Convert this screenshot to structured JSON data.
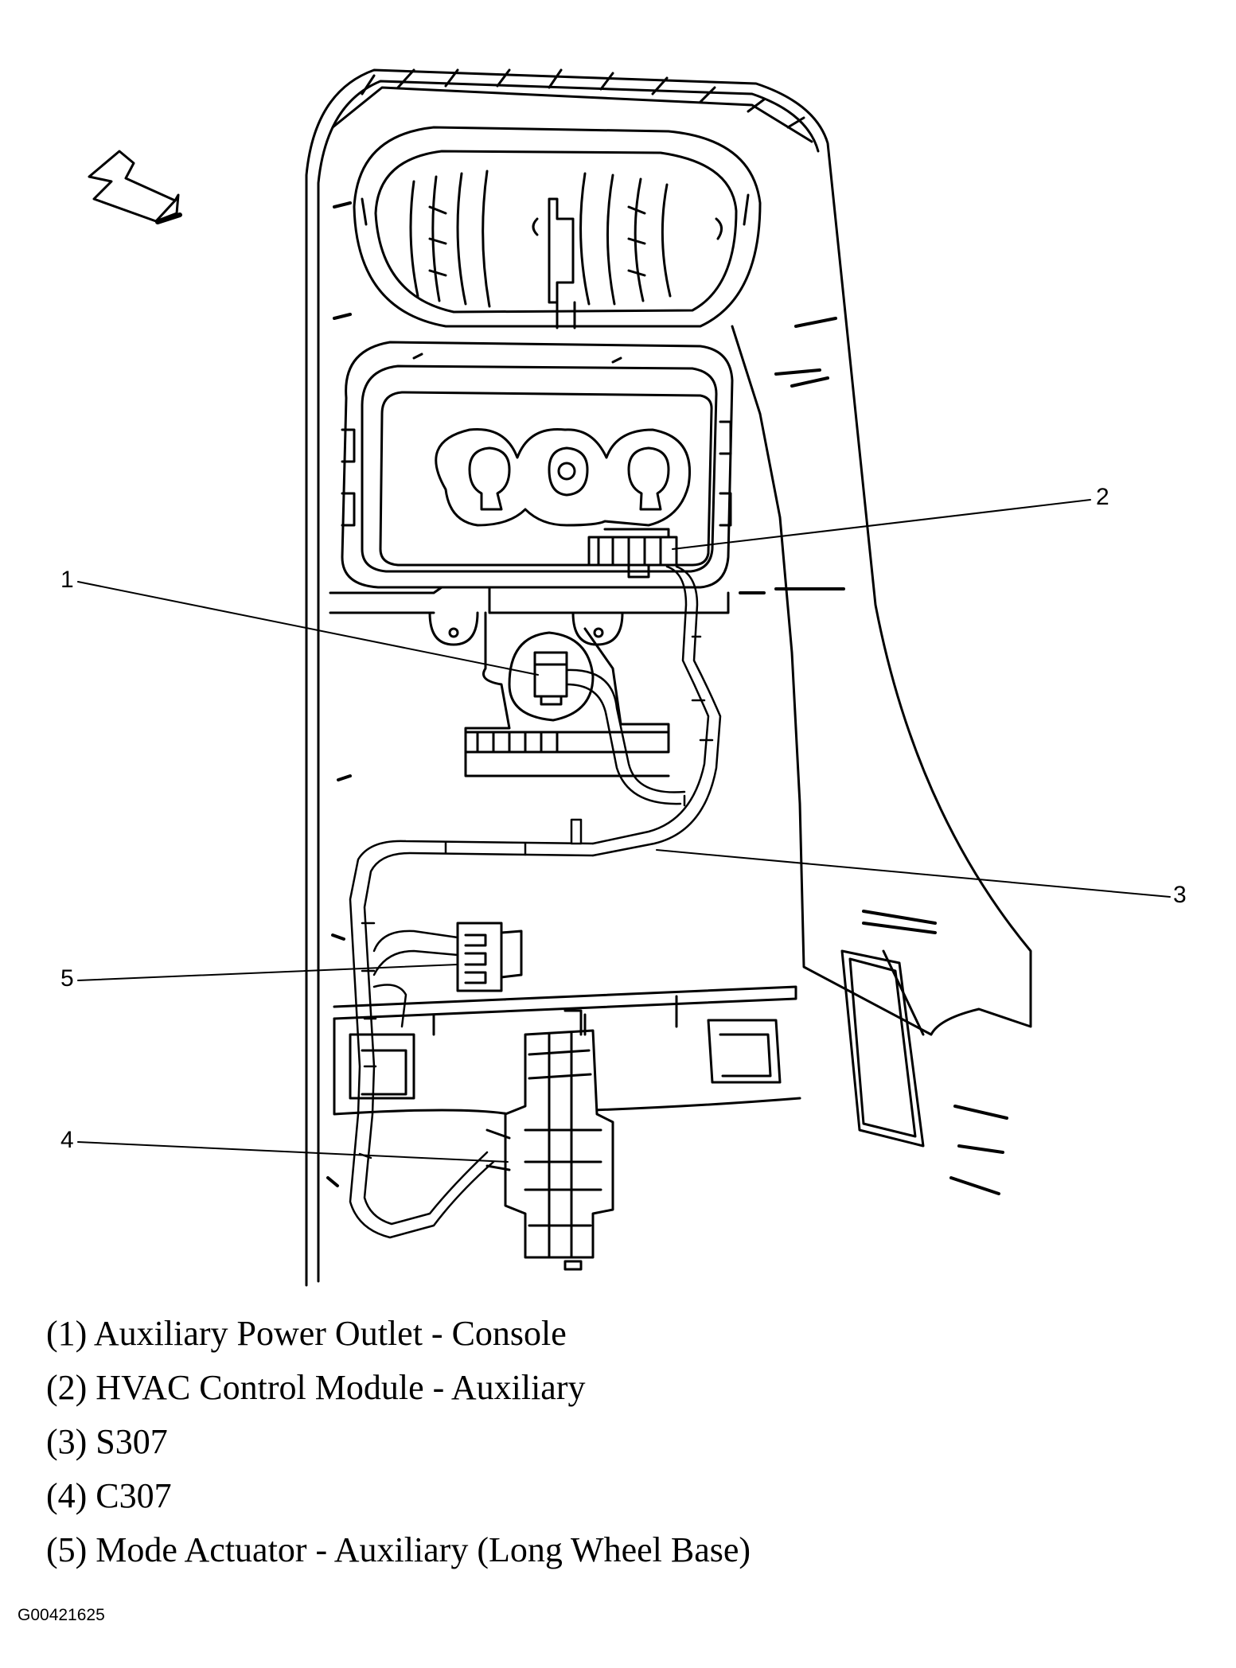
{
  "callouts": [
    {
      "num": "1"
    },
    {
      "num": "2"
    },
    {
      "num": "3"
    },
    {
      "num": "4"
    },
    {
      "num": "5"
    }
  ],
  "legend": [
    "(1) Auxiliary Power Outlet - Console",
    "(2) HVAC Control Module - Auxiliary",
    "(3) S307",
    "(4) C307",
    "(5) Mode Actuator - Auxiliary (Long Wheel Base)"
  ],
  "figure_id": "G00421625"
}
